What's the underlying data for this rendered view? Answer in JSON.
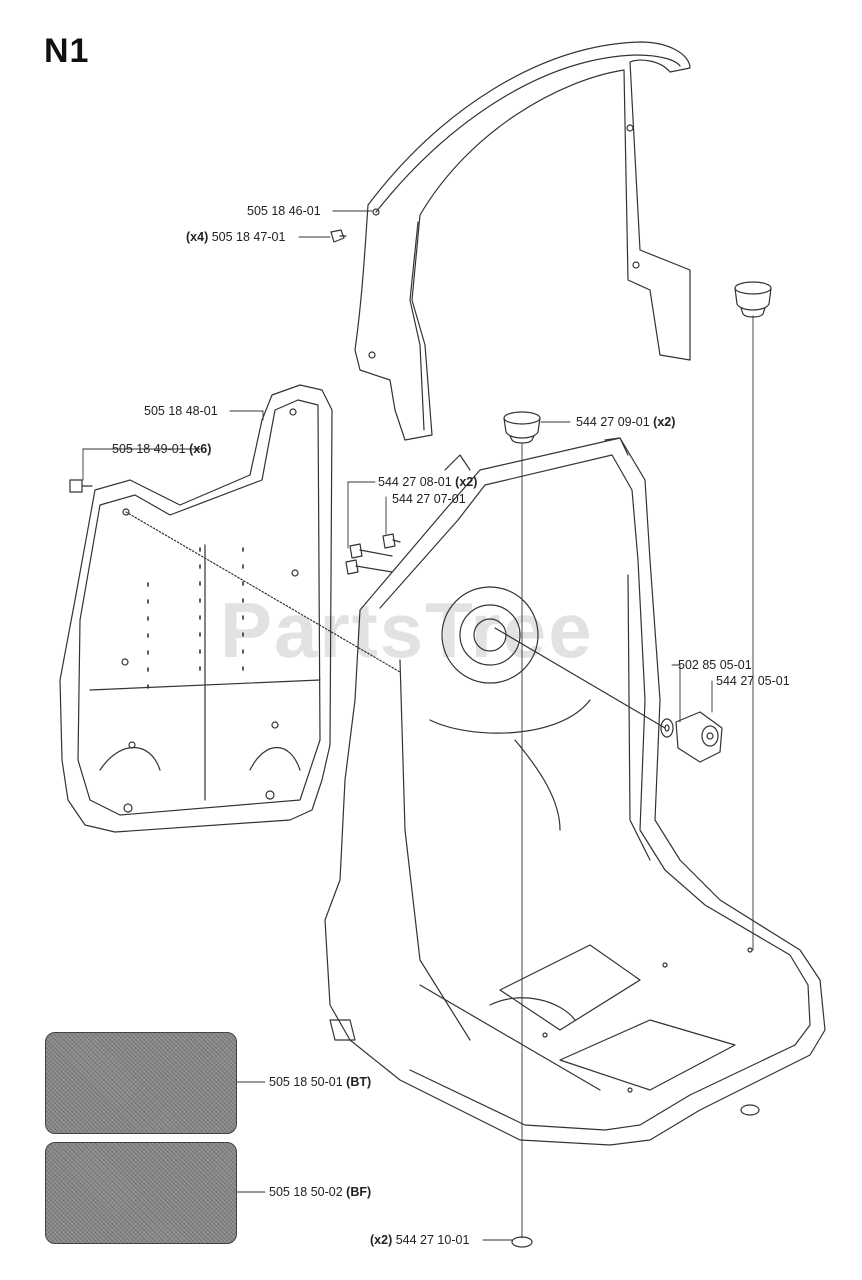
{
  "page": {
    "section_code": "N1",
    "watermark": "PartsTree"
  },
  "callouts": {
    "c1": {
      "qty": "",
      "part": "505 18 46-01",
      "suffix": ""
    },
    "c2": {
      "qty": "(x4)",
      "part": "505 18 47-01",
      "suffix": ""
    },
    "c3": {
      "qty": "",
      "part": "505 18 48-01",
      "suffix": ""
    },
    "c4": {
      "qty": "",
      "part": "505 18 49-01",
      "suffix": "(x6)"
    },
    "c5": {
      "qty": "",
      "part": "544 27 09-01",
      "suffix": "(x2)"
    },
    "c6": {
      "qty": "",
      "part": "544 27 08-01",
      "suffix": "(x2)"
    },
    "c7": {
      "qty": "",
      "part": "544 27 07-01",
      "suffix": ""
    },
    "c8": {
      "qty": "",
      "part": "502 85 05-01",
      "suffix": ""
    },
    "c9": {
      "qty": "",
      "part": "544 27 05-01",
      "suffix": ""
    },
    "c10": {
      "qty": "",
      "part": "505 18 50-01",
      "suffix": "(BT)"
    },
    "c11": {
      "qty": "",
      "part": "505 18 50-02",
      "suffix": "(BF)"
    },
    "c12": {
      "qty": "(x2)",
      "part": "544 27 10-01",
      "suffix": ""
    }
  },
  "colors": {
    "line": "#333333",
    "pad": "#8a8a8a",
    "watermark": "#969696"
  },
  "icons": {
    "parts": [
      "frame-bar",
      "screw",
      "back-pad",
      "bolt",
      "rubber-buffer",
      "cap-screw",
      "long-screw",
      "washer",
      "damper",
      "backpack-frame",
      "foot-pad",
      "decal-bt",
      "decal-bf"
    ]
  }
}
